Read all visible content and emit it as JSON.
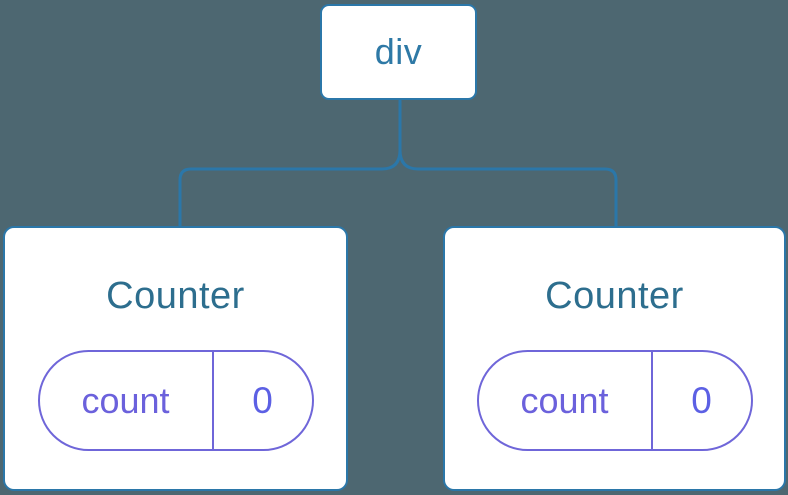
{
  "diagram": {
    "root": {
      "label": "div"
    },
    "children": [
      {
        "title": "Counter",
        "state_key": "count",
        "state_value": "0"
      },
      {
        "title": "Counter",
        "state_key": "count",
        "state_value": "0"
      }
    ]
  },
  "colors": {
    "background": "#4D6771",
    "node_fill": "#FFFFFF",
    "node_border": "#2B77A9",
    "connector_line": "#2B77A9",
    "root_label_text": "#2E79A6",
    "component_title_text": "#2D6E8E",
    "state_pill_border": "#6F66D9",
    "state_key_text": "#6B61DC",
    "state_value_text": "#5C60E4"
  }
}
